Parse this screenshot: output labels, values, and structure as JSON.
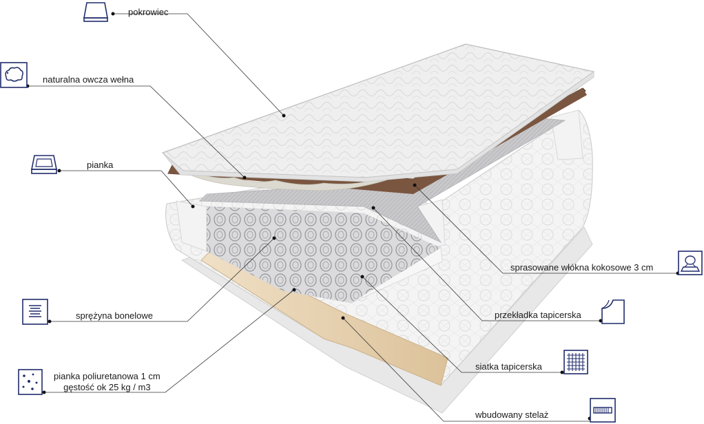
{
  "labels": {
    "pokrowiec": "pokrowiec",
    "welna": "naturalna owcza wełna",
    "pianka": "pianka",
    "sprezyna": "sprężyna bonelowe",
    "pianka_pu_1": "pianka poliuretanowa 1 cm",
    "pianka_pu_2": "gęstość ok 25 kg / m3",
    "kokos": "sprasowane włókna kokosowe 3 cm",
    "przekladka": "przekładka tapicerska",
    "siatka": "siatka tapicerska",
    "stelaz": "wbudowany stelaż"
  },
  "icons": {
    "pokrowiec": "cover-icon",
    "welna": "sheep-icon",
    "pianka": "foam-tray-icon",
    "sprezyna": "spring-icon",
    "pianka_pu": "foam-dots-icon",
    "kokos": "coconut-fiber-icon",
    "przekladka": "padding-sheet-icon",
    "siatka": "mesh-grid-icon",
    "stelaz": "frame-icon"
  },
  "colors": {
    "icon_stroke": "#1f2b6b",
    "leader_line": "#333333",
    "coconut": "#6b4a36",
    "wood": "#e9d4b4",
    "fabric": "#eeeeee"
  }
}
